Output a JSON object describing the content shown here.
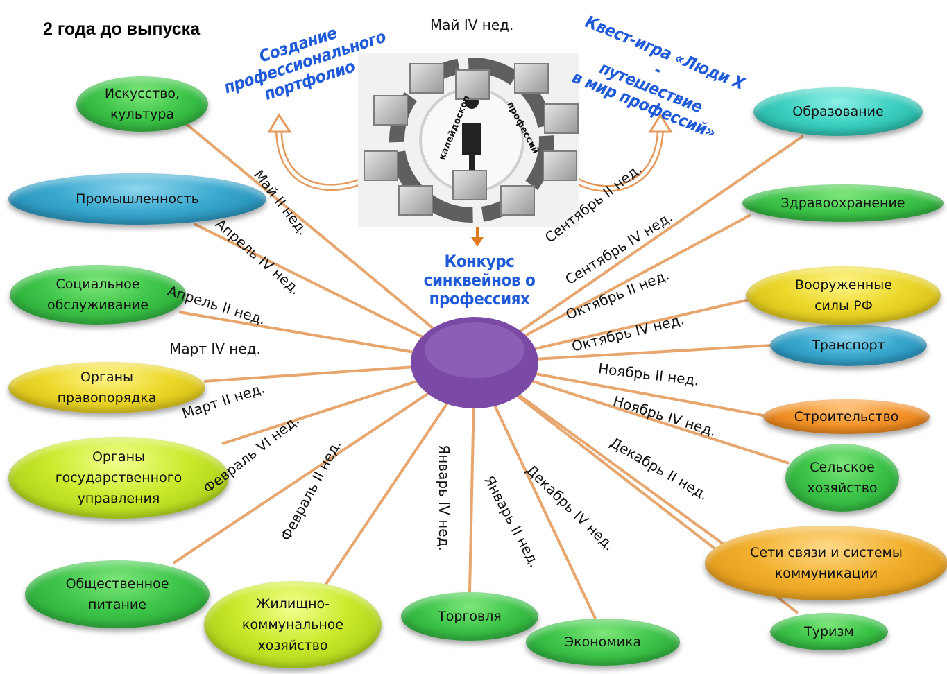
{
  "heading": "2 года до  выпуска",
  "top_week": "Май IV нед.",
  "left_banner": "Создание\nпрофессионального\nпортфолио",
  "right_banner": "Квест-игра «Люди Х -\nпутешествие\nв мир профессий»",
  "center_banner": "Конкурс\nсинквейнов о\nпрофессиях",
  "kaleidoscope": {
    "left_word": "калейдоскоп",
    "right_word": "профессий"
  },
  "colors": {
    "hub": "#7b4aa6",
    "lines": "#e6a66e",
    "banner": "#1f5bd8",
    "arrow_outline": "#e39a5c"
  },
  "branches": [
    {
      "name": "Искусство,\nкультура",
      "week": "Май II нед."
    },
    {
      "name": "Промышленность",
      "week": "Апрель IV нед."
    },
    {
      "name": "Социальное\nобслуживание",
      "week": "Апрель II нед."
    },
    {
      "name": "Органы\nправопорядка",
      "week": "Март IV нед."
    },
    {
      "name": "Органы\nгосударственного\nуправления",
      "week": "Март II нед."
    },
    {
      "name": "Общественное\nпитание",
      "week": "Февраль  VI нед."
    },
    {
      "name": "Жилищно-\nкоммунальное\nхозяйство",
      "week": "Февраль  II нед."
    },
    {
      "name": "Торговля",
      "week": "Январь IV нед."
    },
    {
      "name": "Экономика",
      "week": "Январь II нед."
    },
    {
      "name": "Туризм",
      "week": ""
    },
    {
      "name": "Сети связи и системы\nкоммуникации",
      "week": "Декабрь IV нед."
    },
    {
      "name": "Сельское\nхозяйство",
      "week": "Декабрь II нед."
    },
    {
      "name": "Строительство",
      "week": "Ноябрь IV нед."
    },
    {
      "name": "Транспорт",
      "week": "Ноябрь II нед."
    },
    {
      "name": "Вооруженные\nсилы РФ",
      "week": "Октябрь IV нед."
    },
    {
      "name": "Здравоохранение",
      "week": "Октябрь II нед."
    },
    {
      "name": "Образование",
      "week": "Сентябрь IV нед."
    },
    {
      "name": "",
      "week": "Сентябрь II нед."
    }
  ]
}
